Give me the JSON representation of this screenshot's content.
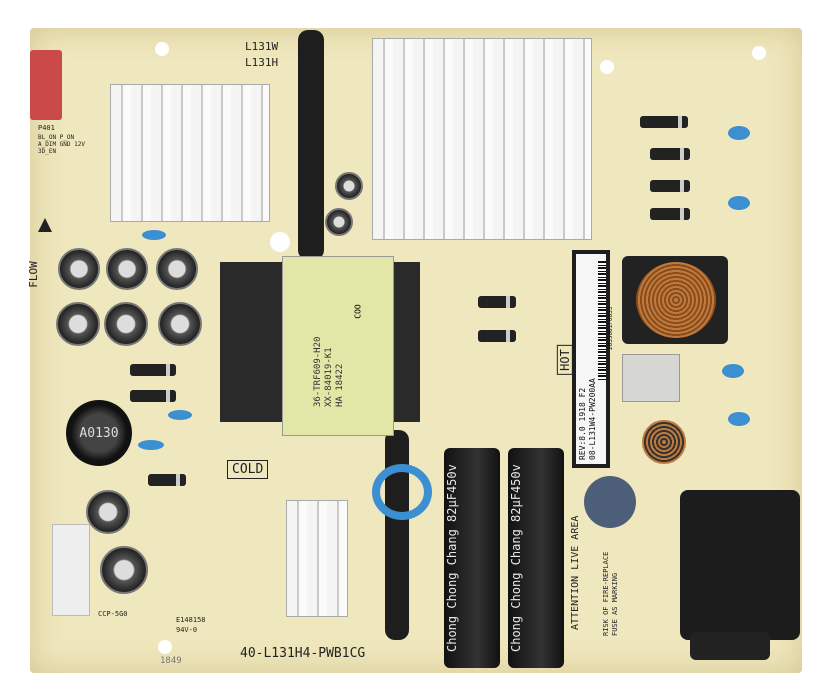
{
  "silkscreen": {
    "l131w": "L131W",
    "l131h": "L131H",
    "cold": "COLD",
    "hot": "HOT",
    "flow": "FLOW",
    "board_part": "40-L131H4-PWB1CG",
    "label_rev": "REV:8.0  1918  F2",
    "label_part": "08-L131W4-PW200AA",
    "label_serial": "2035061P0633",
    "attention": "ATTENTION LIVE AREA",
    "fuse_warning_1": "RISK OF FIRE-REPLACE",
    "fuse_warning_2": "FUSE AS MARKING",
    "inductor": "A0130",
    "transformer_1": "36-TRF609-H20",
    "transformer_2": "XX-84019-K1",
    "transformer_3": "HA 18422",
    "transformer_logo": "COO",
    "cap_brand": "Chong Chong Chang",
    "cap_rating": "82μF450v",
    "ccp": "CCP-5G0",
    "ul": "E148158",
    "rating": "94V-0",
    "year": "1849",
    "p401": "P401",
    "pins": "BL_ON P_ON A_DIM  GND 12V 3D_EN"
  }
}
